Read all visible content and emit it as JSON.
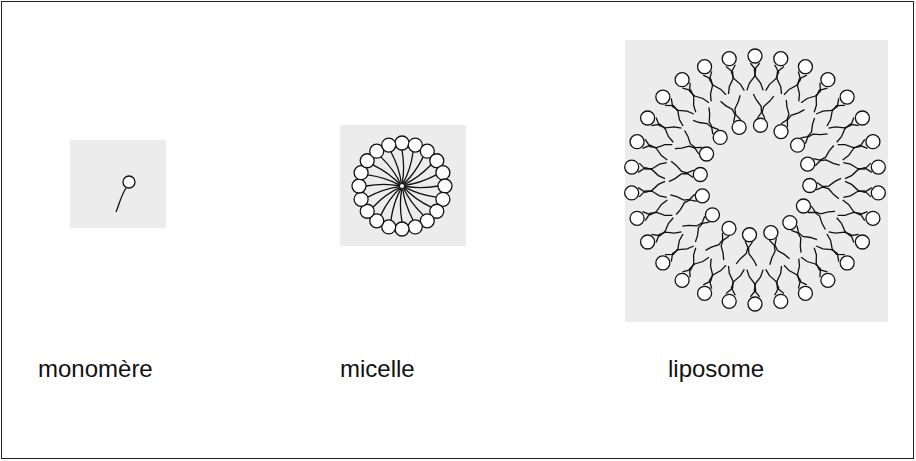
{
  "diagram": {
    "labels": [
      "monomère",
      "micelle",
      "liposome"
    ]
  }
}
